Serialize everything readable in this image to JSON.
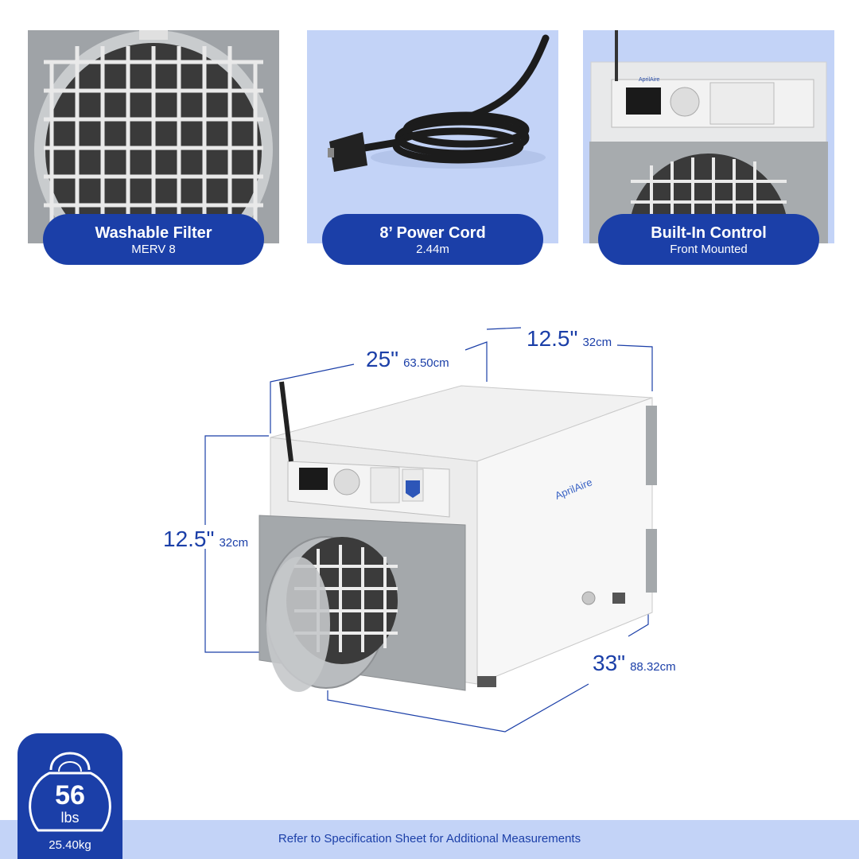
{
  "features": [
    {
      "title": "Washable Filter",
      "subtitle": "MERV 8"
    },
    {
      "title": "8’ Power Cord",
      "subtitle": "2.44m"
    },
    {
      "title": "Built-In Control",
      "subtitle": "Front Mounted"
    }
  ],
  "dimensions": {
    "width": {
      "imperial": "25\"",
      "metric": "63.50cm"
    },
    "depth": {
      "imperial": "12.5\"",
      "metric": "32cm"
    },
    "height": {
      "imperial": "12.5\"",
      "metric": "32cm"
    },
    "length": {
      "imperial": "33\"",
      "metric": "88.32cm"
    }
  },
  "weight": {
    "value": "56",
    "unit": "lbs",
    "metric": "25.40kg"
  },
  "footer_note": "Refer to Specification Sheet for Additional Measurements",
  "brand_label": "AprilAire",
  "colors": {
    "accent": "#1b3fa8",
    "panel_bg": "#c3d3f7"
  }
}
